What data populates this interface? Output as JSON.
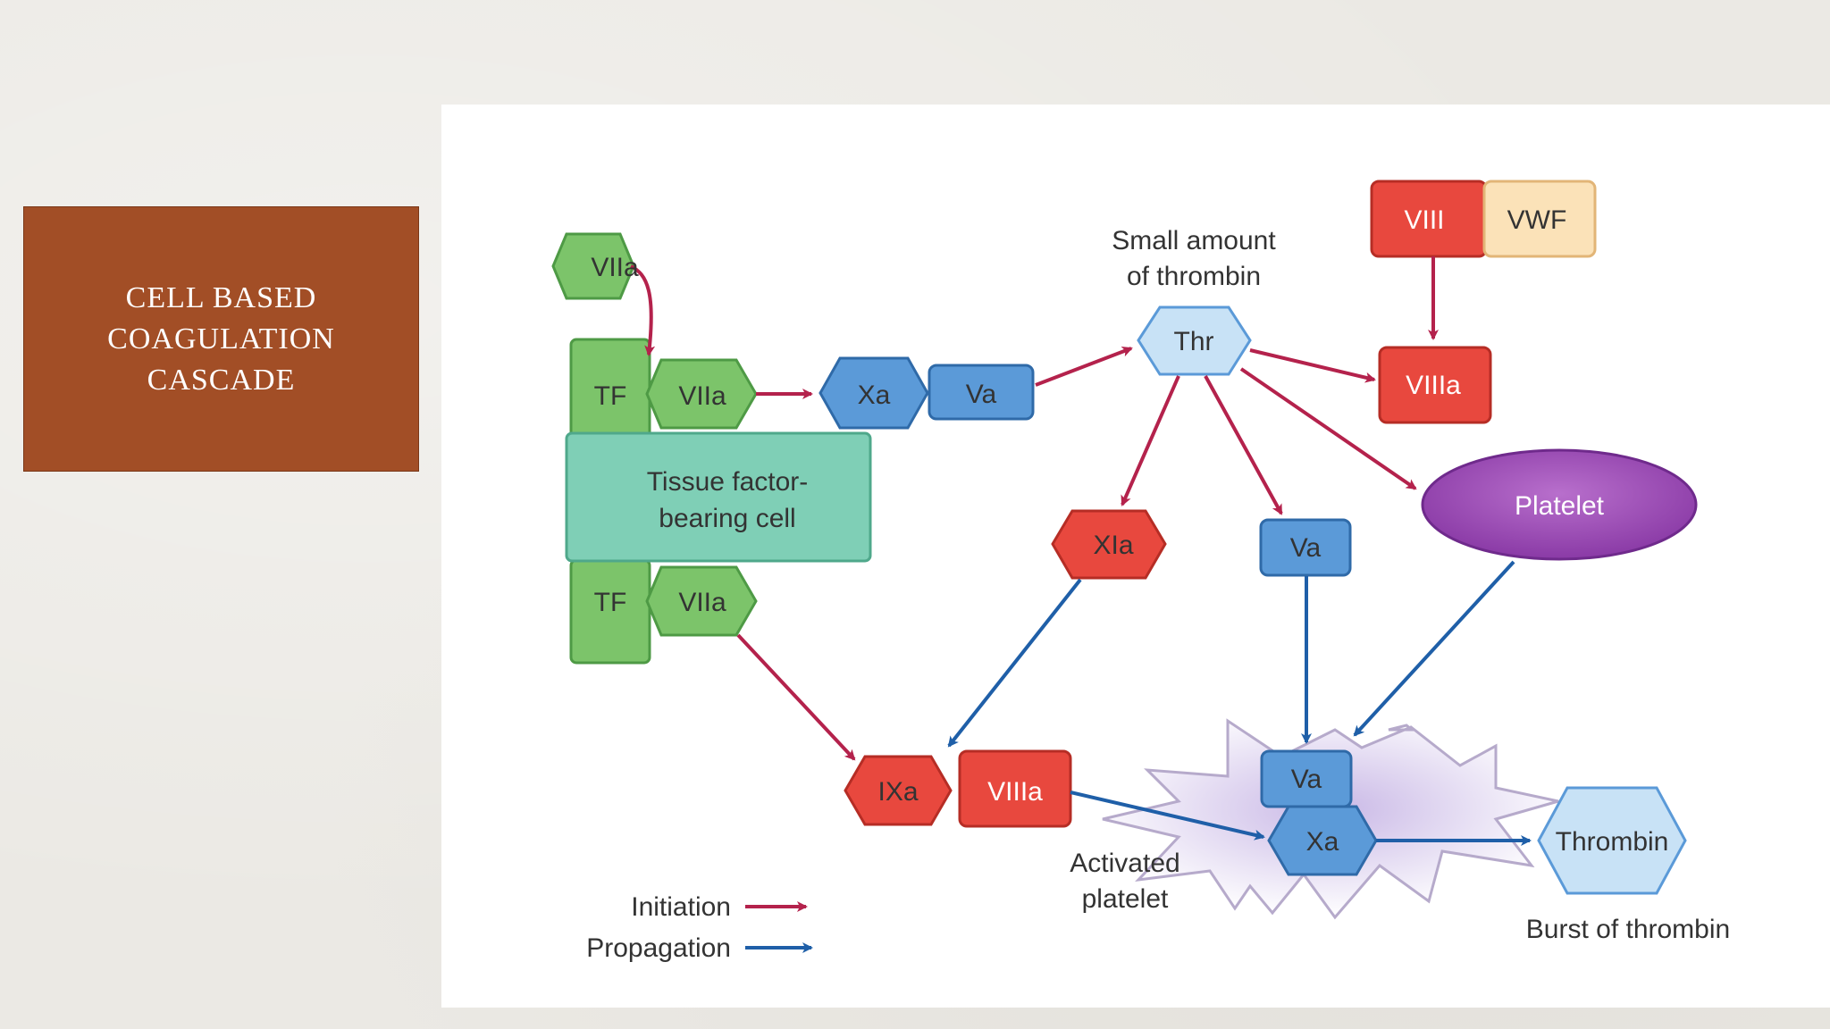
{
  "slide": {
    "title": "CELL BASED\nCOAGULATION\nCASCADE"
  },
  "diagram": {
    "nodes": {
      "viia_top": "VIIa",
      "tf_top": "TF",
      "viia_cell_top": "VIIa",
      "xa_top": "Xa",
      "va_top": "Va",
      "cell_label": "Tissue factor-\nbearing cell",
      "tf_bottom": "TF",
      "viia_cell_bottom": "VIIa",
      "small_thrombin_label": "Small amount\nof thrombin",
      "thr": "Thr",
      "viii": "VIII",
      "vwf": "VWF",
      "viiia_top": "VIIIa",
      "xia": "XIa",
      "va_mid": "Va",
      "platelet": "Platelet",
      "ixa": "IXa",
      "viiia_bottom": "VIIIa",
      "activated_platelet": "Activated\nplatelet",
      "va_bottom": "Va",
      "xa_bottom": "Xa",
      "thrombin": "Thrombin",
      "burst_label": "Burst of thrombin"
    },
    "legend": {
      "initiation": "Initiation",
      "propagation": "Propagation"
    },
    "colors": {
      "initiation_arrow": "#b4224c",
      "propagation_arrow": "#1f5fa8",
      "green": "#7cc46a",
      "teal": "#7fcfb6",
      "blue": "#5b9ad8",
      "light_blue": "#c8e2f6",
      "red": "#e8483e",
      "cream": "#fbe2b8",
      "purple": "#9a4fb0"
    }
  }
}
